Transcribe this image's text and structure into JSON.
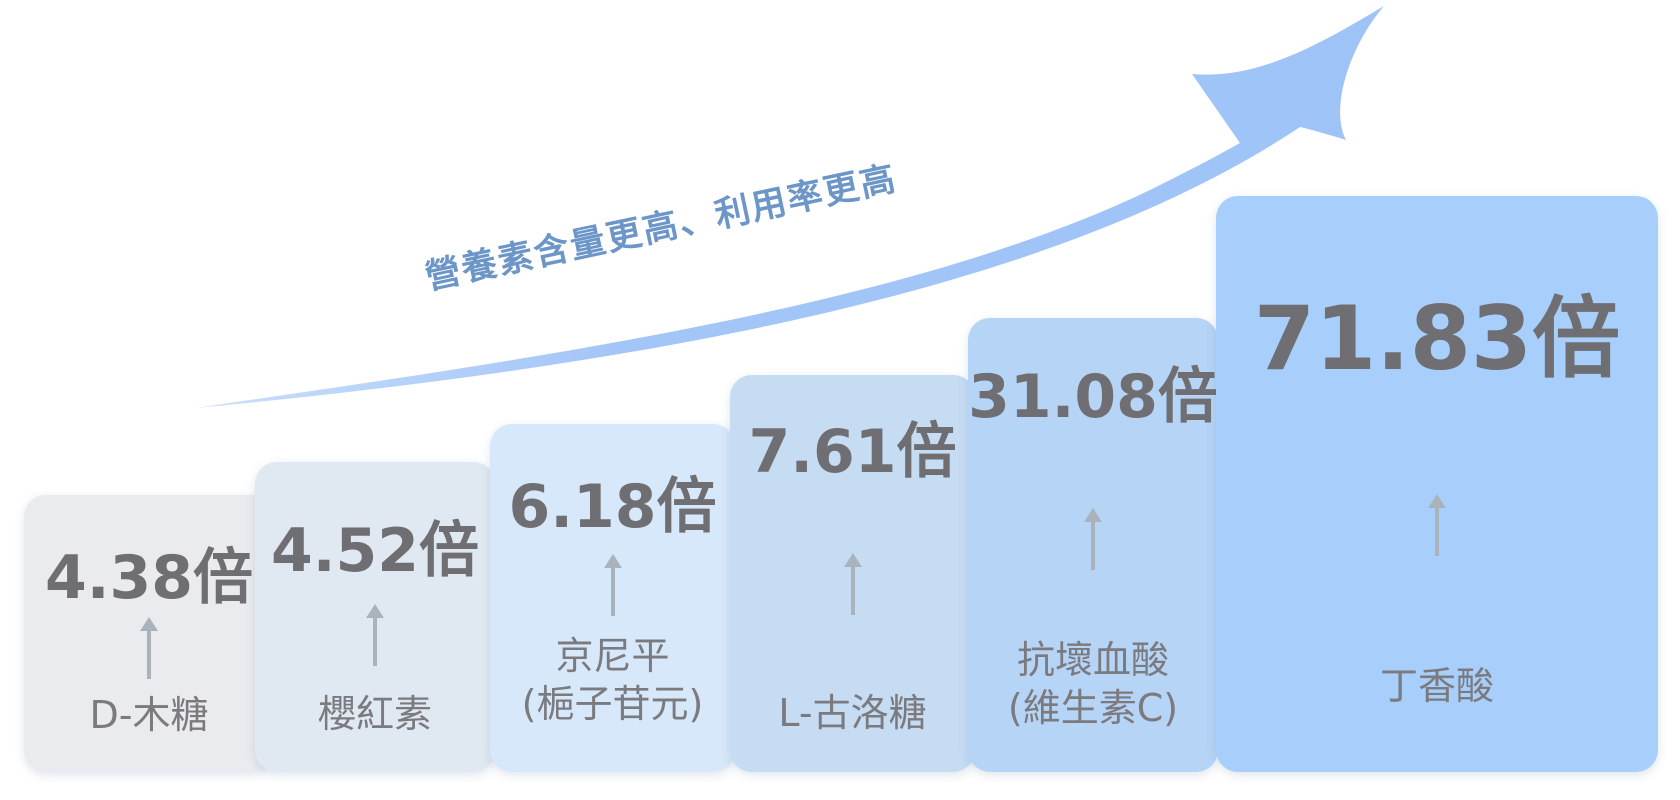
{
  "slogan": "營養素含量更高、利用率更高",
  "items": [
    {
      "multiple": "4.38倍",
      "name_line1": "D-木糖",
      "name_line2": ""
    },
    {
      "multiple": "4.52倍",
      "name_line1": "櫻紅素",
      "name_line2": ""
    },
    {
      "multiple": "6.18倍",
      "name_line1": "京尼平",
      "name_line2": "(梔子苷元)"
    },
    {
      "multiple": "7.61倍",
      "name_line1": "L-古洛糖",
      "name_line2": ""
    },
    {
      "multiple": "31.08倍",
      "name_line1": "抗壞血酸",
      "name_line2": "(維生素C)"
    },
    {
      "multiple": "71.83倍",
      "name_line1": "丁香酸",
      "name_line2": ""
    }
  ],
  "colors": {
    "card_1": "#e9ebef",
    "card_2": "#e0e8f1",
    "card_3": "#d7e8fa",
    "card_4": "#c6dcf3",
    "card_5": "#b6d4f6",
    "card_6": "#a8cffb",
    "big_arrow": "#9ec3f7",
    "slogan_text": "#6c95c8",
    "value_text": "#6f6f73",
    "label_text": "#7a7a7f",
    "small_arrow": "#aab2bc"
  }
}
